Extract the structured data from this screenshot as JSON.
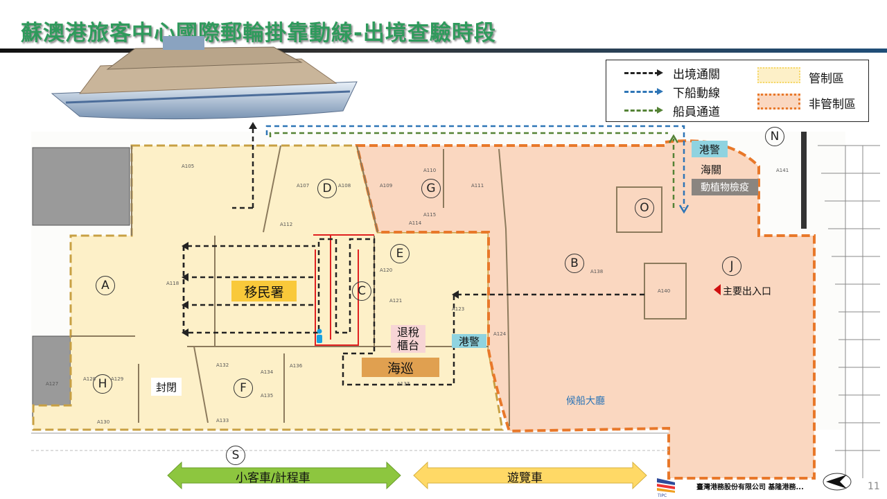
{
  "title": "蘇澳港旅客中心國際郵輪掛靠動線-出境查驗時段",
  "legend": {
    "routes": [
      {
        "label": "出境通關",
        "color": "#222222"
      },
      {
        "label": "下船動線",
        "color": "#2e75b6"
      },
      {
        "label": "船員通道",
        "color": "#548235"
      }
    ],
    "zones": [
      {
        "label": "管制區",
        "fill": "#fdf0c8",
        "border": "#f5d86a"
      },
      {
        "label": "非管制區",
        "fill": "#fad7c0",
        "border": "#e8782a"
      }
    ]
  },
  "zones": {
    "A": "A",
    "B": "B",
    "C": "C",
    "D": "D",
    "E": "E",
    "F": "F",
    "G": "G",
    "H": "H",
    "J": "J",
    "O": "O",
    "S": "S",
    "N": "N"
  },
  "agencies": {
    "immigration": "移民署",
    "coast_guard": "海巡",
    "tax_refund": "退稅\n櫃台",
    "harbor_police_1": "港警",
    "harbor_police_2": "港警",
    "customs": "海關",
    "quarantine": "動植物檢疫",
    "closed": "封閉",
    "waiting_hall": "候船大廳",
    "main_entrance": "主要出入口"
  },
  "rooms": [
    "A105",
    "A107",
    "A108",
    "A109",
    "A110",
    "A111",
    "A112",
    "A114",
    "A115",
    "A118",
    "A120",
    "A121",
    "A123",
    "A124",
    "A127",
    "A128",
    "A129",
    "A130",
    "A132",
    "A133",
    "A134",
    "A135",
    "A136",
    "A137",
    "A138",
    "A140",
    "A141"
  ],
  "transport": {
    "car": "小客車/計程車",
    "bus": "遊覽車"
  },
  "footer": {
    "company": "臺灣港務股份有限公司 基隆港務...",
    "logo": "TIPC",
    "page": "11"
  }
}
